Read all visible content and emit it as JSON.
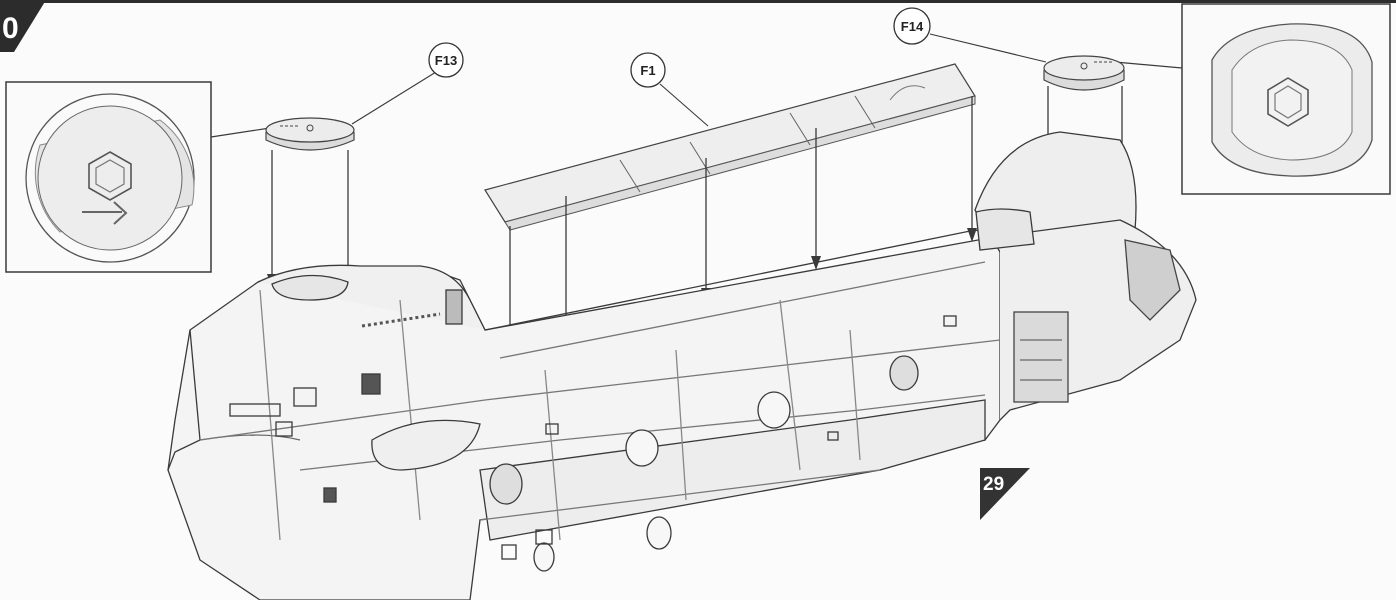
{
  "step_header": {
    "number_fragment": "0"
  },
  "callouts": {
    "f13": "F13",
    "f1": "F1",
    "f14": "F14"
  },
  "next_step_marker": {
    "number": "29"
  },
  "colors": {
    "ink": "#3a3a3a",
    "part_fill": "#ededed",
    "body_fill": "#f4f4f4",
    "header_bg": "#2c2c2c"
  },
  "icons": {
    "left_detail": [
      "hexagon-icon",
      "arrow-right-icon"
    ],
    "right_detail": [
      "hexagon-icon"
    ]
  }
}
